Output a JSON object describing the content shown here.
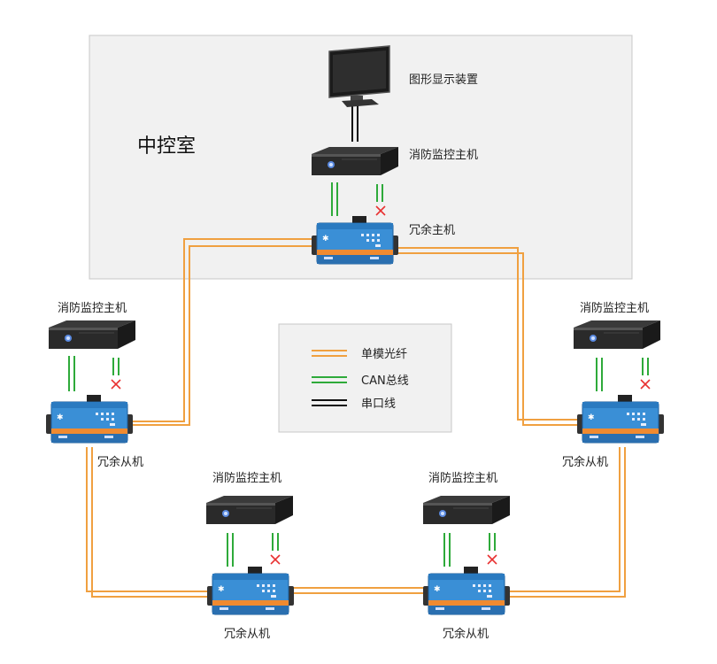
{
  "control_room_title": "中控室",
  "labels": {
    "display": "图形显示装置",
    "monitor_host": "消防监控主机",
    "redundant_master": "冗余主机",
    "redundant_slave": "冗余从机"
  },
  "legend": {
    "items": [
      {
        "label": "单模光纤",
        "color": "#f0a040"
      },
      {
        "label": "CAN总线",
        "color": "#2eaa3a"
      },
      {
        "label": "串口线",
        "color": "#111111"
      }
    ]
  },
  "colors": {
    "fiber": "#f0a040",
    "can": "#2eaa3a",
    "serial": "#111111",
    "fault_mark": "#e83030",
    "room_fill": "#f1f1f1",
    "room_stroke": "#c8c8c8",
    "device_blue": "#3a8fd6",
    "device_orange": "#f08a30"
  },
  "icons": {
    "fault": "x-mark-icon"
  }
}
